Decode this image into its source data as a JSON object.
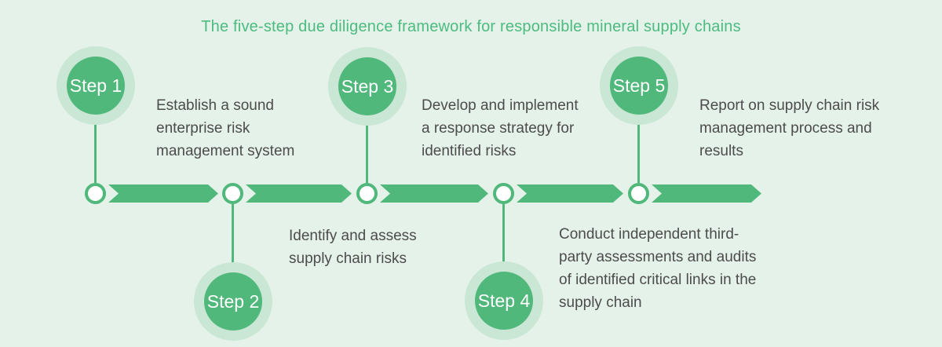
{
  "title": "The five-step due diligence framework for responsible mineral supply chains",
  "colors": {
    "background": "#e5f2ea",
    "accent_green": "#50b87b",
    "halo_green": "#c9e7d4",
    "title_green": "#4bbb7f",
    "body_text": "#4c4c4c",
    "step_label_text": "#ffffff"
  },
  "steps": [
    {
      "label": "Step 1",
      "placement": "above",
      "description": "Establish a sound\nenterprise risk\nmanagement system"
    },
    {
      "label": "Step 2",
      "placement": "below",
      "description": "Identify and assess\nsupply chain risks"
    },
    {
      "label": "Step 3",
      "placement": "above",
      "description": "Develop and implement\na response strategy for\nidentified risks"
    },
    {
      "label": "Step 4",
      "placement": "below",
      "description": "Conduct independent third-\nparty assessments and audits\nof identified critical links in the\nsupply chain"
    },
    {
      "label": "Step 5",
      "placement": "above",
      "description": "Report on supply chain risk\nmanagement process and\nresults"
    }
  ]
}
